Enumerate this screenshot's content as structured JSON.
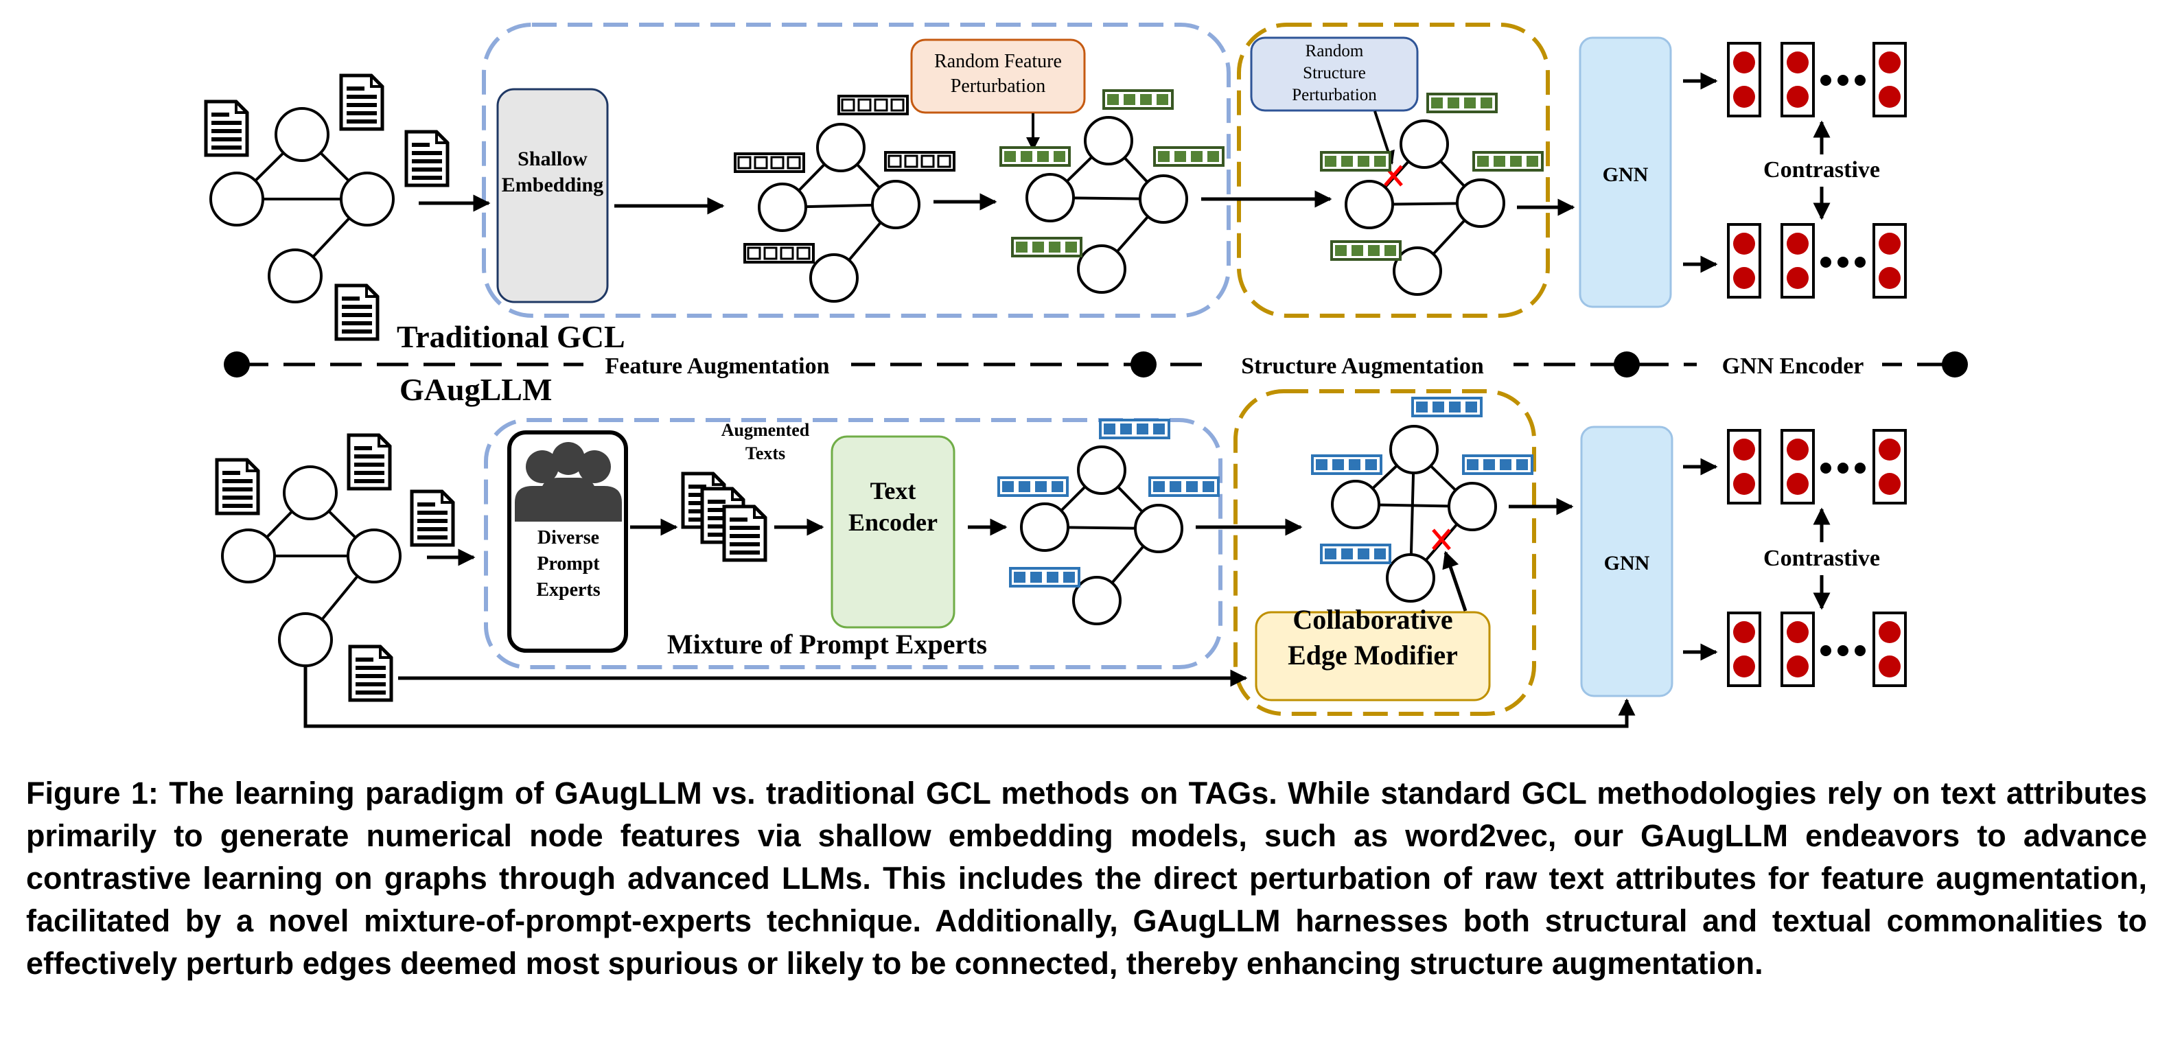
{
  "diagram": {
    "top": {
      "section_title": "Traditional GCL",
      "shallow_embedding": "Shallow Embedding",
      "random_feature_perturbation": "Random Feature Perturbation",
      "random_structure_perturbation": "Random Structure Perturbation",
      "gnn": "GNN",
      "contrastive": "Contrastive"
    },
    "divider": {
      "feature_augmentation": "Feature Augmentation",
      "structure_augmentation": "Structure Augmentation",
      "gnn_encoder": "GNN Encoder"
    },
    "bottom": {
      "section_title": "GAugLLM",
      "diverse_prompt_experts": "Diverse Prompt Experts",
      "augmented_texts": "Augmented Texts",
      "text_encoder": "Text Encoder",
      "mixture_of_prompt_experts": "Mixture of Prompt Experts",
      "collaborative_edge_modifier": "Collaborative Edge Modifier",
      "gnn": "GNN",
      "contrastive": "Contrastive"
    },
    "colors": {
      "blue_dashed_border": "#8eaadb",
      "gold_dashed_border": "#bf9000",
      "feature_vector_green": "#385723",
      "feature_vector_blue": "#2e75b6",
      "gnn_fill": "#cfe8f9",
      "shallow_embedding_fill": "#e6e6e6",
      "random_feature_fill": "#fbe5d6",
      "random_feature_border": "#c55a11",
      "random_structure_fill": "#dae3f3",
      "random_structure_border": "#2f5597",
      "text_encoder_fill": "#e2f0d9",
      "text_encoder_border": "#70ad47",
      "collab_fill": "#fff2cc",
      "collab_border": "#bf9000",
      "embedding_dot": "#c00000",
      "removed_edge_mark": "#ff0000"
    },
    "icons": [
      "document-icon",
      "people-icon",
      "stacked-documents-icon"
    ]
  },
  "caption": {
    "text": "Figure 1: The learning paradigm of GAugLLM vs. traditional GCL methods on TAGs. While standard GCL methodologies rely on text attributes primarily to generate numerical node features via shallow embedding models, such as word2vec, our GAugLLM endeavors to advance contrastive learning on graphs through advanced LLMs. This includes the direct perturbation of raw text attributes for feature augmentation, facilitated by a novel mixture-of-prompt-experts technique. Additionally, GAugLLM harnesses both structural and textual commonalities to effectively perturb edges deemed most spurious or likely to be connected, thereby enhancing structure augmentation."
  }
}
